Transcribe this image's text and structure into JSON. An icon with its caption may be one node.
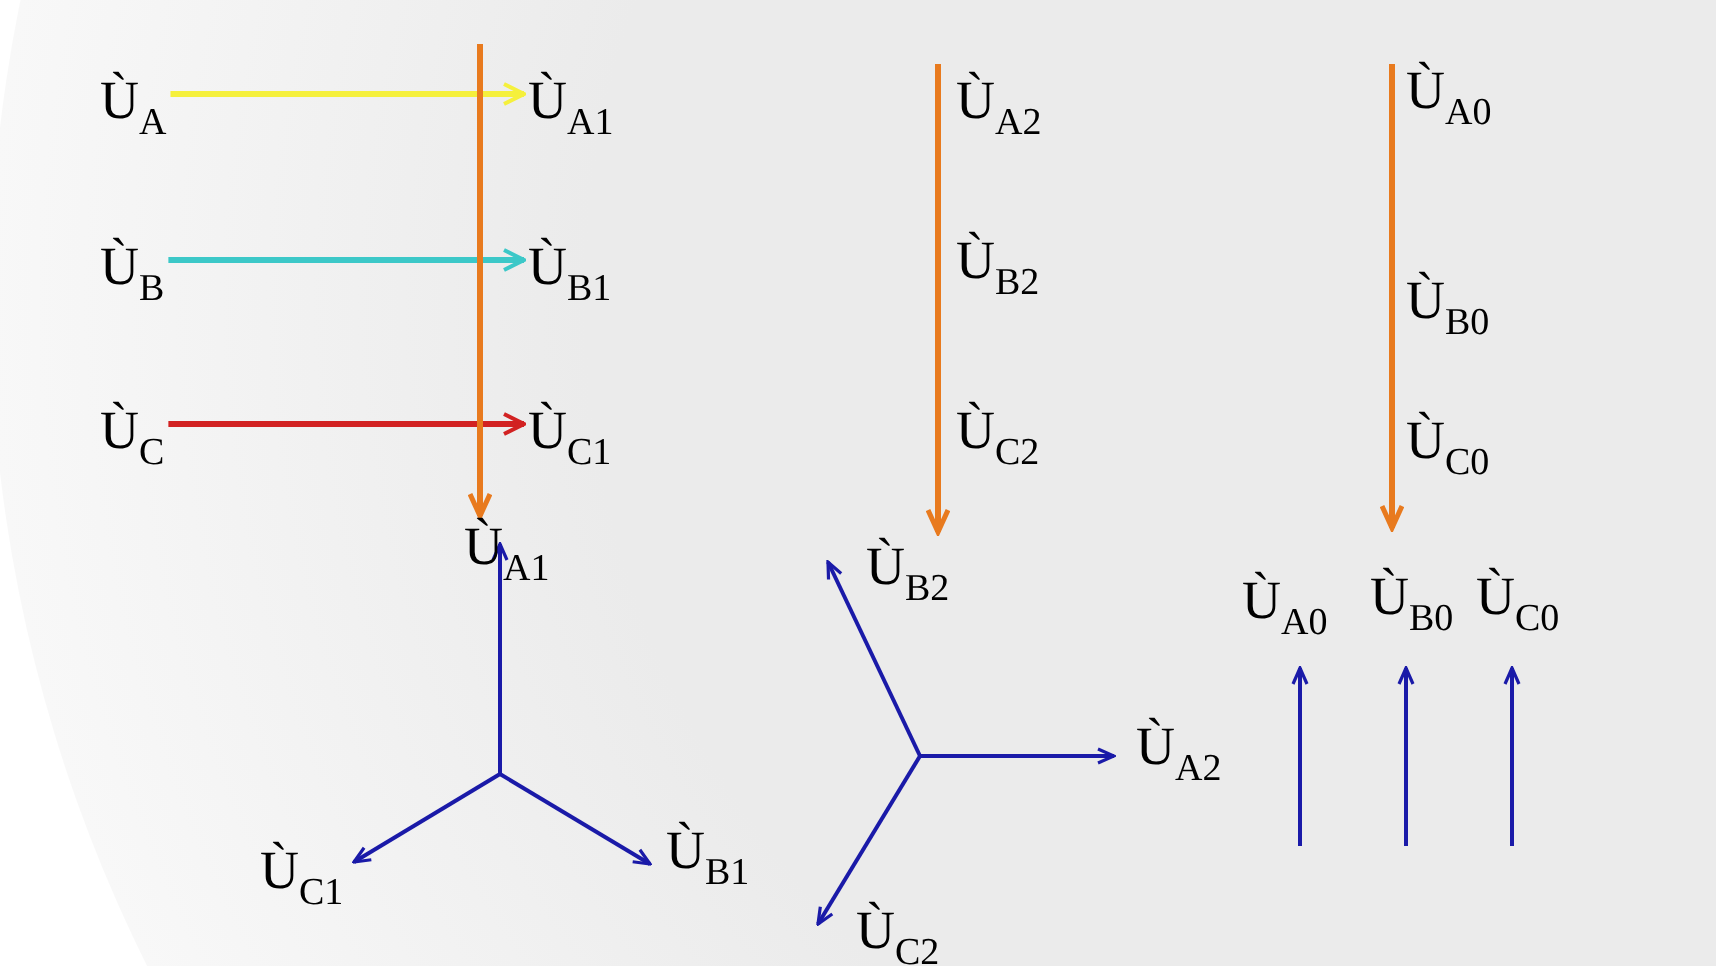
{
  "diagram": {
    "nodes": [
      {
        "text": [
          "Ù$_{A}$"
        ]
      },
      {
        "text": [
          "Ù$_{B}$"
        ]
      },
      {
        "text": [
          "Ù$_{C}$"
        ]
      },
      {
        "text": [
          "Ù$_{A1}$"
        ]
      },
      {
        "text": [
          "Ù$_{B1}$"
        ]
      },
      {
        "text": [
          "Ù$_{C1}$"
        ]
      }
    ],
    "edges": [
      {
        "from": 0,
        "to": 3,
        "arrow": "to",
        "color": "#f5f03c"
      },
      {
        "from": 1,
        "to": 4,
        "arrow": "to",
        "color": "#3cc8c8"
      },
      {
        "from": 2,
        "to": 5,
        "arrow": "to",
        "color": "#d22222"
      }
    ],
    "labels": [
      "Ù$_{A2}$",
      "Ù$_{A0}$",
      "Ù$_{B2}$",
      "Ù$_{B0}$",
      "Ù$_{C2}$",
      "Ù$_{C0}$",
      "Ù$_{A1}$",
      "Ù$_{B2}$",
      "Ù$_{A0}$",
      "Ù$_{B0}$",
      "Ù$_{C0}$",
      "Ù$_{A2}$",
      "Ù$_{C1}$",
      "Ù$_{B1}$",
      "Ù$_{C2}$"
    ]
  }
}
